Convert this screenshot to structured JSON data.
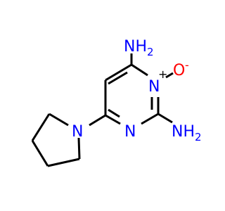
{
  "molecule": {
    "colors": {
      "nitrogen": "#0000ff",
      "oxygen": "#ff0000",
      "bond": "#000000",
      "background": "#ffffff"
    },
    "labels": {
      "amine_top": {
        "main": "NH",
        "sub": "2"
      },
      "amine_right": {
        "main": "NH",
        "sub": "2"
      },
      "ring_n_oxide": {
        "main": "N",
        "charge": "+"
      },
      "oxide": {
        "main": "O",
        "charge": "-"
      },
      "ring_n_lower": {
        "main": "N"
      },
      "pyrrolidine_n": {
        "main": "N"
      }
    }
  }
}
